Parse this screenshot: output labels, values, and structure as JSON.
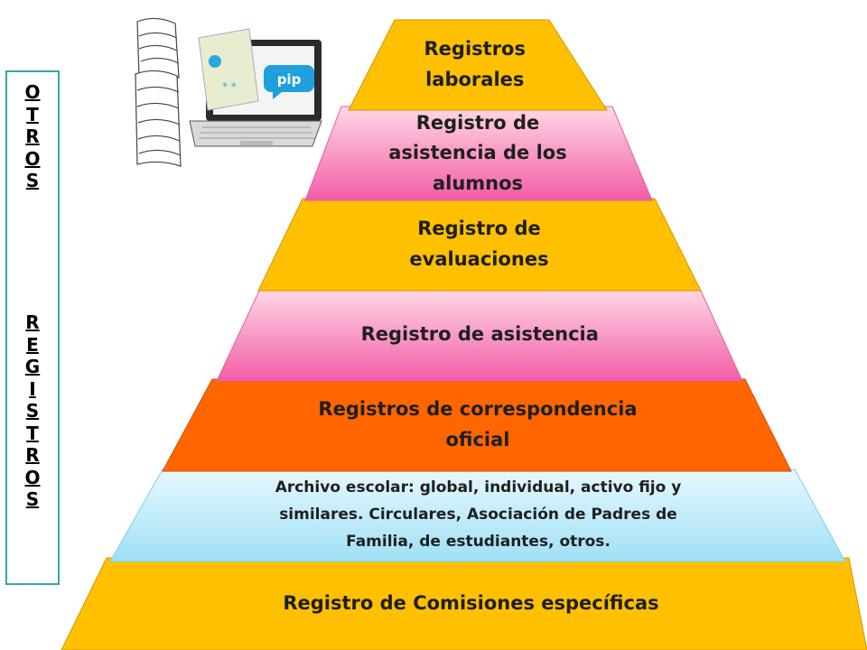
{
  "side_label": {
    "word1": "OTROS",
    "word2": "REGISTROS"
  },
  "colors": {
    "gold": "#fec000",
    "pink_top": "#ffd9e6",
    "pink_bottom": "#f25ca7",
    "orange": "#ff6600",
    "cyan_top": "#e8f8ff",
    "cyan_bottom": "#9fe0f5",
    "border_teal": "#3aa6a0"
  },
  "illustration": {
    "icon": "laptop-documents-icon",
    "badge_text": "pip"
  },
  "pyramid": {
    "layers": [
      {
        "label": "Registros\nlaborales",
        "fill": "gold"
      },
      {
        "label": "Registro de\nasistencia de los\nalumnos",
        "fill": "pink"
      },
      {
        "label": "Registro de\nevaluaciones",
        "fill": "gold"
      },
      {
        "label": "Registro de  asistencia",
        "fill": "pink"
      },
      {
        "label": "Registros de correspondencia\noficial",
        "fill": "orange"
      },
      {
        "label": "Archivo escolar: global, individual, activo fijo y\nsimilares.  Circulares, Asociación de Padres de\nFamilia, de estudiantes, otros.",
        "fill": "cyan"
      },
      {
        "label": "Registro de Comisiones específicas",
        "fill": "gold"
      }
    ]
  }
}
